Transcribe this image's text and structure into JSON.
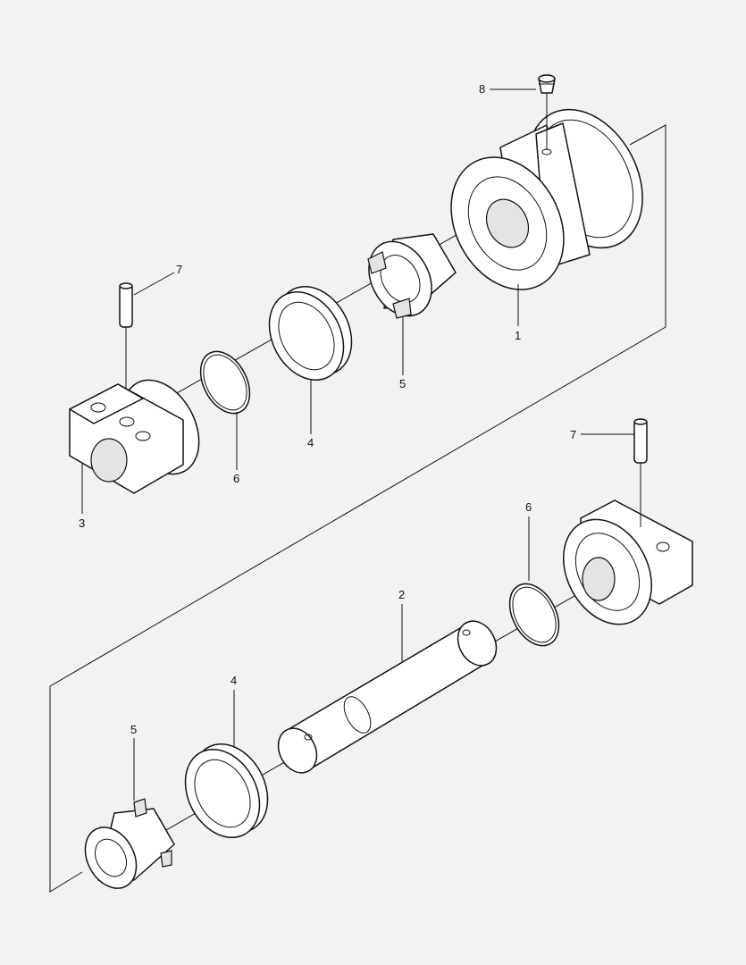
{
  "callouts": {
    "c1": "1",
    "c2": "2",
    "c3": "3",
    "c4a": "4",
    "c4b": "4",
    "c5a": "5",
    "c5b": "5",
    "c6a": "6",
    "c6b": "6",
    "c7a": "7",
    "c7b": "7",
    "c8": "8"
  }
}
